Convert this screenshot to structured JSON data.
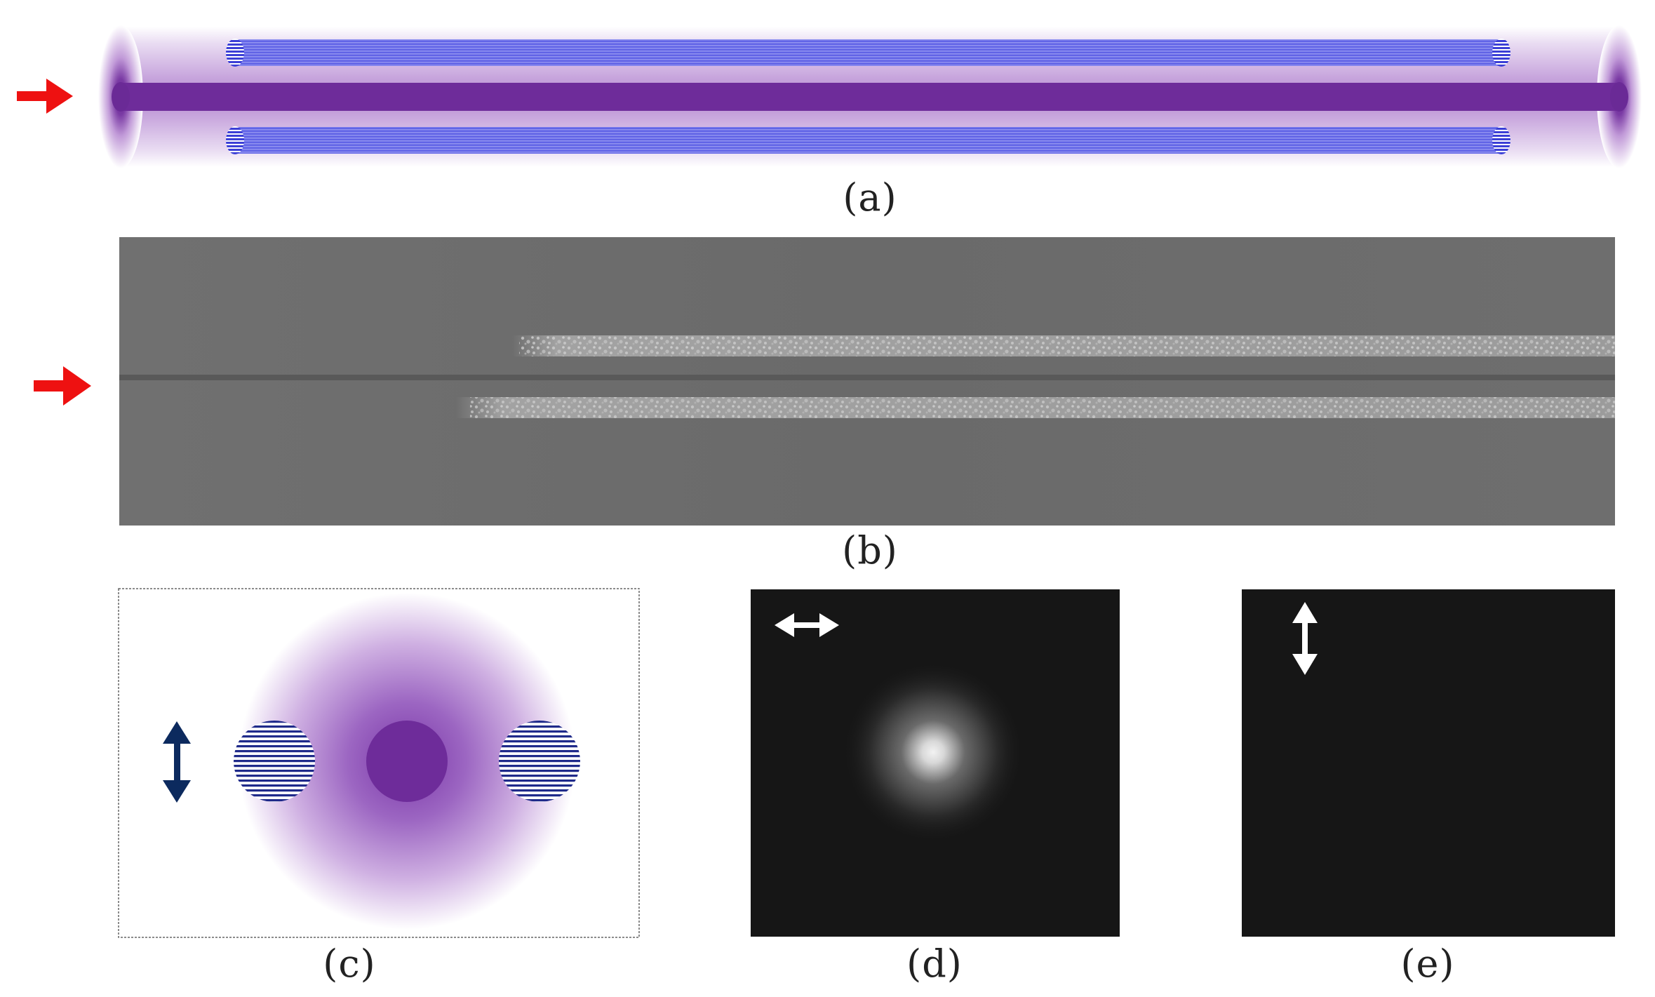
{
  "figure": {
    "panels": [
      {
        "id": "a",
        "label": "(a)",
        "description_type": "schematic",
        "input": "arrow-left"
      },
      {
        "id": "b",
        "label": "(b)",
        "description_type": "micrograph",
        "input": "arrow-left"
      },
      {
        "id": "c",
        "label": "(c)",
        "description_type": "cross-section schematic",
        "polarization": "vertical"
      },
      {
        "id": "d",
        "label": "(d)",
        "description_type": "mode image",
        "polarization": "horizontal"
      },
      {
        "id": "e",
        "label": "(e)",
        "description_type": "mode image",
        "polarization": "vertical"
      }
    ],
    "colors": {
      "core": "#6e2c9a",
      "cladding_glow": "#b58ad0",
      "tracks": "#3b3fd6",
      "input_arrow": "#ee1111",
      "polarization_arrow_c": "#0c2a5e",
      "polarization_arrow_de": "#ffffff",
      "micrograph_bg": "#6c6c6c",
      "mode_bg": "#161616"
    }
  }
}
